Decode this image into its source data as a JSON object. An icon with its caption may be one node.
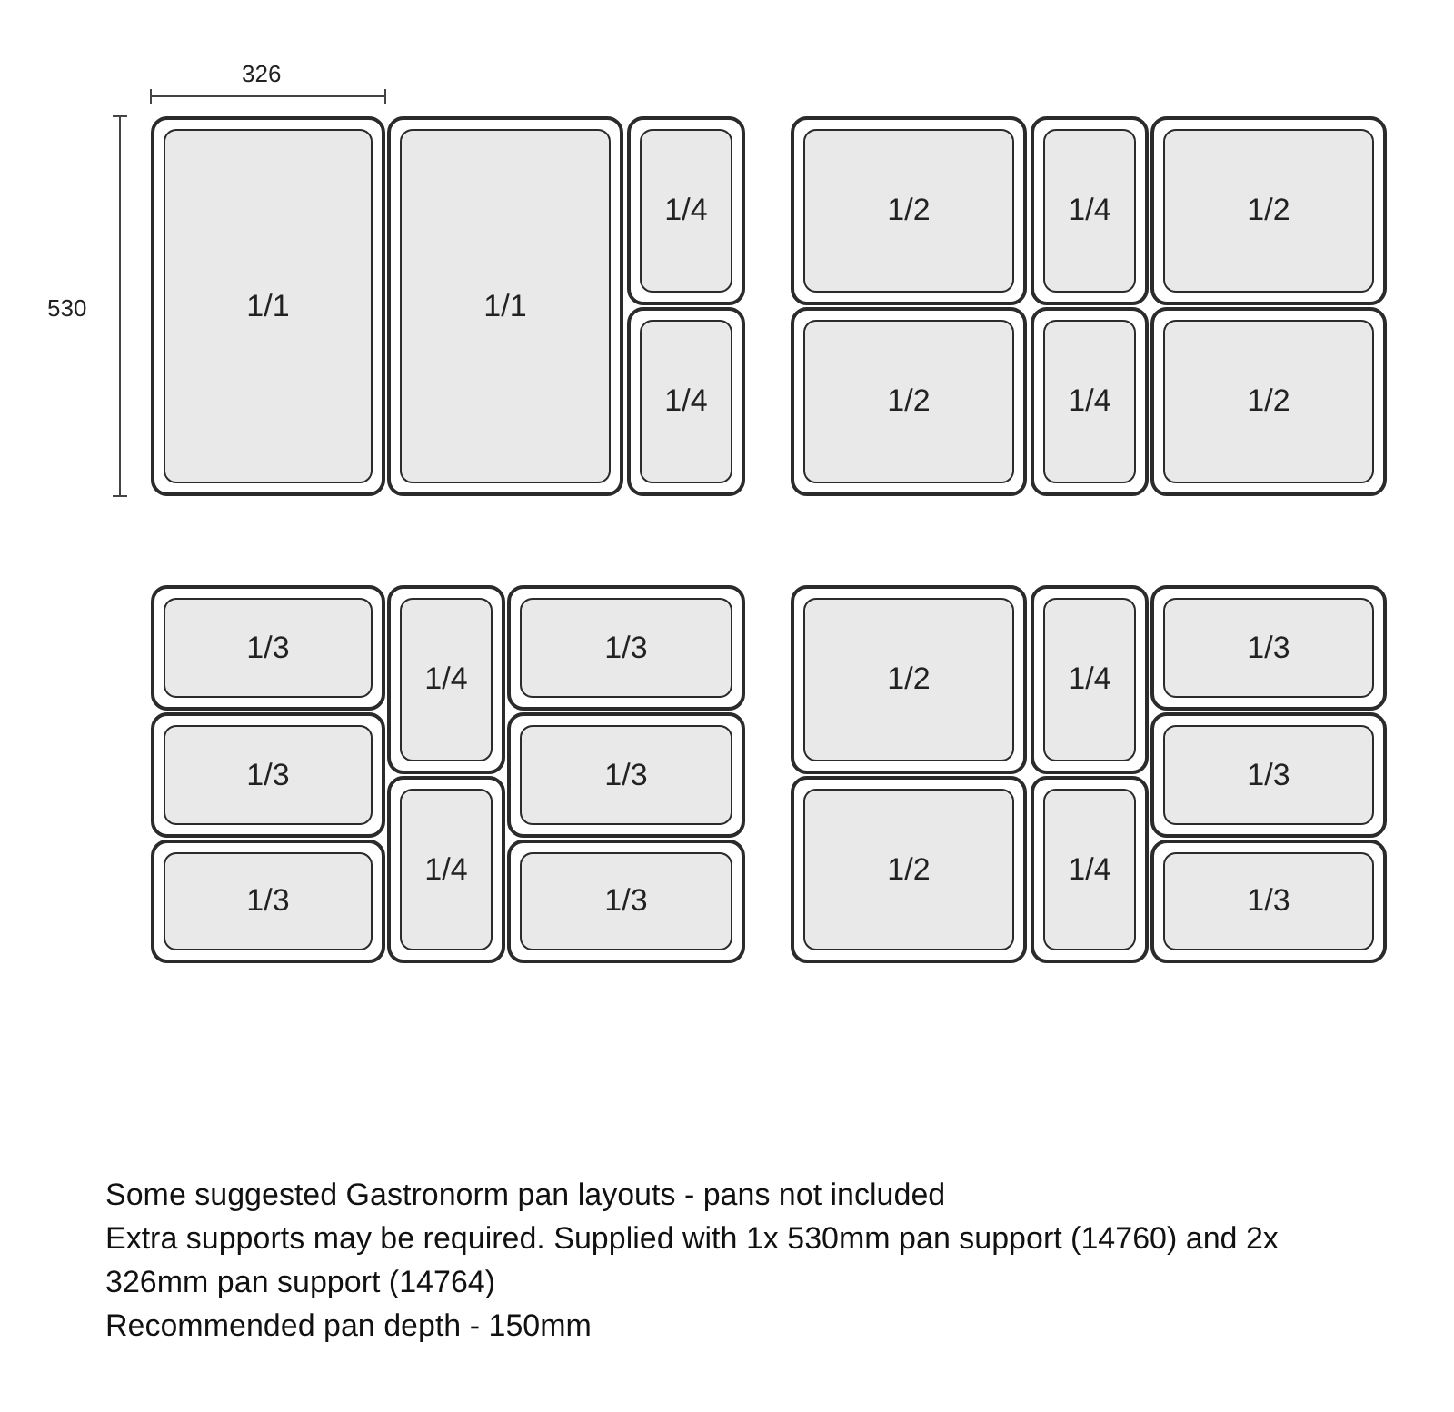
{
  "diagram": {
    "nodes": [
      {
        "text": [
          "1/1"
        ]
      },
      {
        "text": [
          "1/1"
        ]
      },
      {
        "text": [
          "1/4"
        ]
      },
      {
        "text": [
          "1/4"
        ]
      },
      {
        "text": [
          "1/2"
        ]
      },
      {
        "text": [
          "1/4"
        ]
      },
      {
        "text": [
          "1/2"
        ]
      },
      {
        "text": [
          "1/2"
        ]
      },
      {
        "text": [
          "1/4"
        ]
      },
      {
        "text": [
          "1/2"
        ]
      },
      {
        "text": [
          "1/3"
        ]
      },
      {
        "text": [
          "1/4"
        ]
      },
      {
        "text": [
          "1/3"
        ]
      },
      {
        "text": [
          "1/3"
        ]
      },
      {
        "text": [
          "1/3"
        ]
      },
      {
        "text": [
          "1/4"
        ]
      },
      {
        "text": [
          "1/3"
        ]
      },
      {
        "text": [
          "1/3"
        ]
      },
      {
        "text": [
          "1/2"
        ]
      },
      {
        "text": [
          "1/4"
        ]
      },
      {
        "text": [
          "1/3"
        ]
      },
      {
        "text": [
          "1/3"
        ]
      },
      {
        "text": [
          "1/2"
        ]
      },
      {
        "text": [
          "1/4"
        ]
      },
      {
        "text": [
          "1/3"
        ]
      }
    ],
    "labels": [
      "326",
      "530",
      "Some suggested Gastronorm pan layouts - pans not included",
      "Extra supports may be required. Supplied with 1x 530mm pan support (14760) and 2x 326mm pan support (14764)",
      "Recommended pan depth - 150mm"
    ]
  }
}
